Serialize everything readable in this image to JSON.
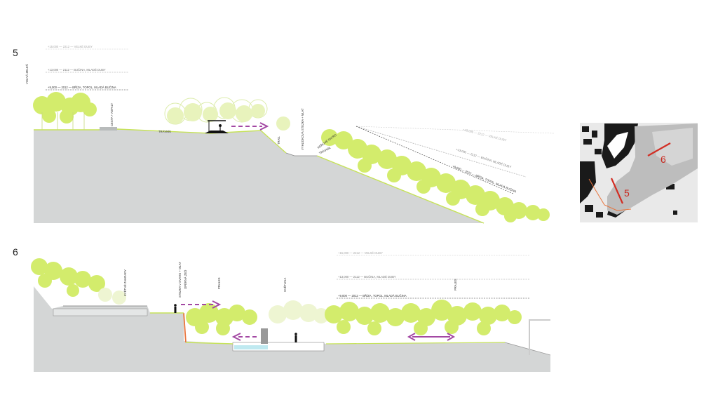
{
  "sections": {
    "s5": {
      "number": "5",
      "levels": {
        "top": "+15,000 — 2212 — VELKÉ DUBY",
        "mid": "+13,000 — 2112 — BUČINA, MLADÉ DUBY",
        "low": "+9,000 — 2012 — BŘÍZA, TOPOL, MLADÁ BUČINA"
      },
      "slope_levels": {
        "top": "+15,000 — 2212 — VELKÉ DUBY",
        "mid": "+13,000 — 2112 — BUČINA, MLADÉ DUBY",
        "low": "+9,000 — 2012 — BŘÍZA, TOPOL, MLADÁ BUČINA"
      },
      "labels": {
        "volne_zelen": "VOLNÁ ZELEŇ",
        "cesta_asfalt": "CESTA + ASFALT",
        "travnik": "TRÁVNÍK",
        "trail": "TRAIL",
        "vyhlidkova_stezka": "VYHLÍDKOVÁ STEZKA + MLAT",
        "kerove_patro": "KEŘOVÉ PATRO",
        "travnik2": "TRÁVNÍK"
      }
    },
    "s6": {
      "number": "6",
      "levels": {
        "top": "+15,000 — 2212 — VELKÉ DUBY",
        "mid": "+13,000 — 2112 — BUČINA, MLADÉ DUBY",
        "low": "+9,000 — 2012 — BŘÍZA, TOPOL, MLADÁ BUČINA"
      },
      "labels": {
        "kvetne_zahrady": "KVĚTNÉ ZAHRADY",
        "stezka_svah": "STEZKA V SVAHU + MLAT",
        "operna_zed": "OPĚRNÁ ZEĎ",
        "prales1": "PRALES",
        "svetlina": "SVĚTLINA",
        "prales2": "PRALES"
      }
    }
  },
  "keymap": {
    "label5": "5",
    "label6": "6"
  },
  "colors": {
    "ground": "#d4d6d6",
    "tree": "#d3ec6c",
    "tree_light": "#e2f0a4",
    "grass_line": "#c6e25a",
    "arrow": "#a348a3",
    "red": "#d22e24",
    "orange_wall": "#e8743c"
  }
}
